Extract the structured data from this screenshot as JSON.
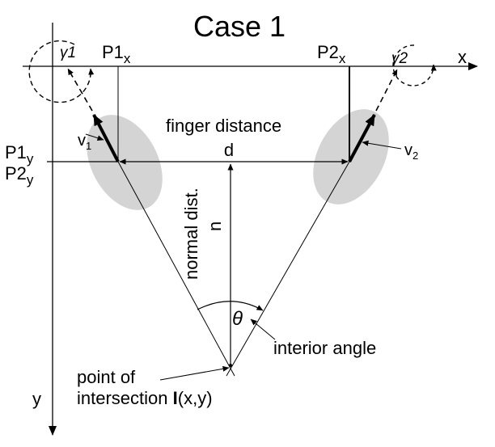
{
  "title": "Case 1",
  "axes": {
    "x_label": "x",
    "y_label": "y"
  },
  "labels": {
    "p1x": "P1",
    "p1x_sub": "x",
    "p2x": "P2",
    "p2x_sub": "x",
    "p1y": "P1",
    "p1y_sub": "y",
    "p2y": "P2",
    "p2y_sub": "y",
    "gamma1": "γ1",
    "gamma2": "γ2",
    "v1": "v",
    "v1_sub": "1",
    "v2": "v",
    "v2_sub": "2",
    "finger_distance": "finger distance",
    "d": "d",
    "normal_dist": "normal dist.",
    "n": "n",
    "theta": "θ",
    "interior_angle": "interior angle",
    "point_line1": "point of",
    "point_line2_prefix": "intersection ",
    "point_line2_bold": "I",
    "point_line2_suffix": "(x,y)"
  },
  "colors": {
    "ink": "#000000",
    "ellipse": "#d4d4d4"
  }
}
